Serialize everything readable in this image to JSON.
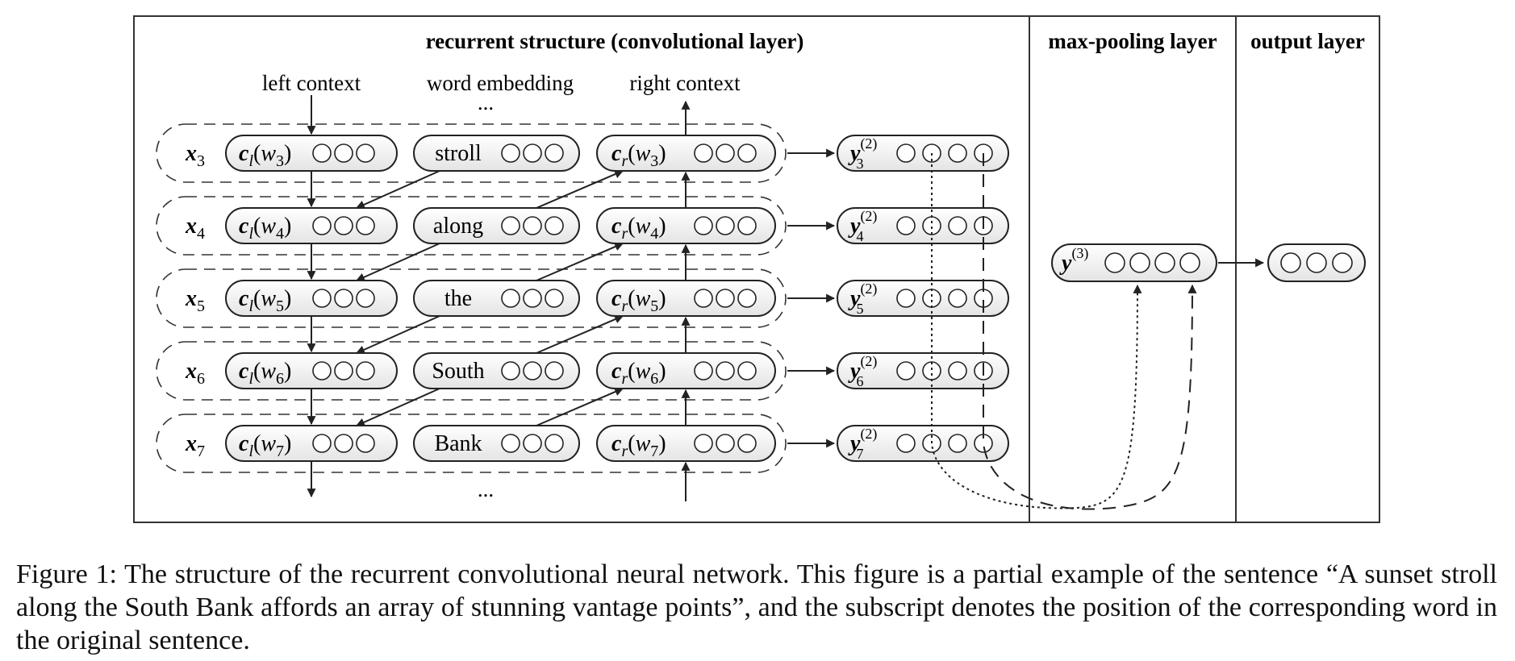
{
  "headers": {
    "recurrent": "recurrent structure (convolutional layer)",
    "maxpool": "max-pooling layer",
    "output": "output layer"
  },
  "column_labels": {
    "left": "left context",
    "word": "word embedding",
    "right": "right context"
  },
  "ellipsis": "...",
  "rows": [
    {
      "index": "3",
      "word": "stroll"
    },
    {
      "index": "4",
      "word": "along"
    },
    {
      "index": "5",
      "word": "the"
    },
    {
      "index": "6",
      "word": "South"
    },
    {
      "index": "7",
      "word": "Bank"
    }
  ],
  "symbols": {
    "x": "x",
    "c": "c",
    "l": "l",
    "r": "r",
    "w": "w",
    "y": "y",
    "layer2": "(2)",
    "layer3": "(3)"
  },
  "caption": "Figure 1: The structure of the recurrent convolutional neural network. This figure is a partial example of the sentence “A sunset stroll along the South Bank affords an array of stunning vantage points”, and the subscript denotes the position of the corresponding word in the original sentence."
}
